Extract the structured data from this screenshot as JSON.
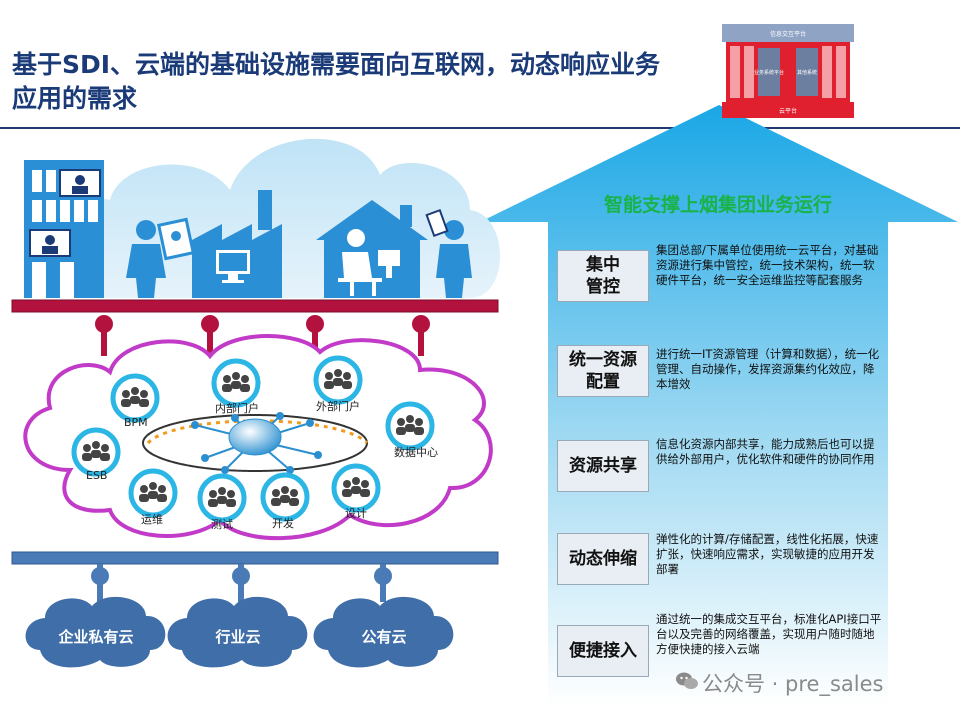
{
  "title_line1": "基于SDI、云端的基础设施需要面向互联网，动态响应业务",
  "title_line2": "应用的需求",
  "logo": {
    "top_label": "信息交互平台",
    "bottom_label": "云平台",
    "left_col_label": "业务系统平台",
    "right_col_label": "其他系统"
  },
  "arrow_title": "智能支撑上烟集团业务运行",
  "rows": [
    {
      "label": "集中\n管控",
      "desc": "集团总部/下属单位使用统一云平台，对基础资源进行集中管控，统一技术架构，统一软硬件平台，统一安全运维监控等配套服务"
    },
    {
      "label": "统一资源\n配置",
      "desc": "进行统一IT资源管理（计算和数据），统一化管理、自动操作，发挥资源集约化效应，降本增效"
    },
    {
      "label": "资源共享",
      "desc": "信息化资源内部共享，能力成熟后也可以提供给外部用户，优化软件和硬件的协同作用"
    },
    {
      "label": "动态伸缩",
      "desc": "弹性化的计算/存储配置，线性化拓展，快速扩张，快速响应需求，实现敏捷的应用开发部署"
    },
    {
      "label": "便捷接入",
      "desc": "通过统一的集成交互平台，标准化API接口平台以及完善的网络覆盖，实现用户随时随地方便快捷的接入云端"
    }
  ],
  "nodes": [
    "BPM",
    "内部门户",
    "外部门户",
    "数据中心",
    "ESB",
    "运维",
    "测试",
    "开发",
    "设计"
  ],
  "bottom_clouds": [
    "企业私有云",
    "行业云",
    "公有云"
  ],
  "watermark": "公众号 · pre_sales",
  "colors": {
    "title": "#1a3a78",
    "arrow_top": "#1aa7e6",
    "arrow_bottom": "#ffffff",
    "accent_green": "#19b34a",
    "maroon_bar": "#b3123e",
    "blue_bar": "#4a7bb7",
    "cloud_outline": "#c13bc8",
    "node_ring": "#2bb6e6",
    "bottom_cloud": "#3f6ea8",
    "scene_blue": "#2b8fd6",
    "logo_red": "#e0202e"
  },
  "icons": [
    "building-icon",
    "video-call-icon",
    "person-icon",
    "tablet-icon",
    "factory-icon",
    "monitor-icon",
    "worker-at-desk-icon",
    "house-icon",
    "phone-user-icon",
    "globe-icon",
    "people-group-icon",
    "wechat-icon"
  ]
}
